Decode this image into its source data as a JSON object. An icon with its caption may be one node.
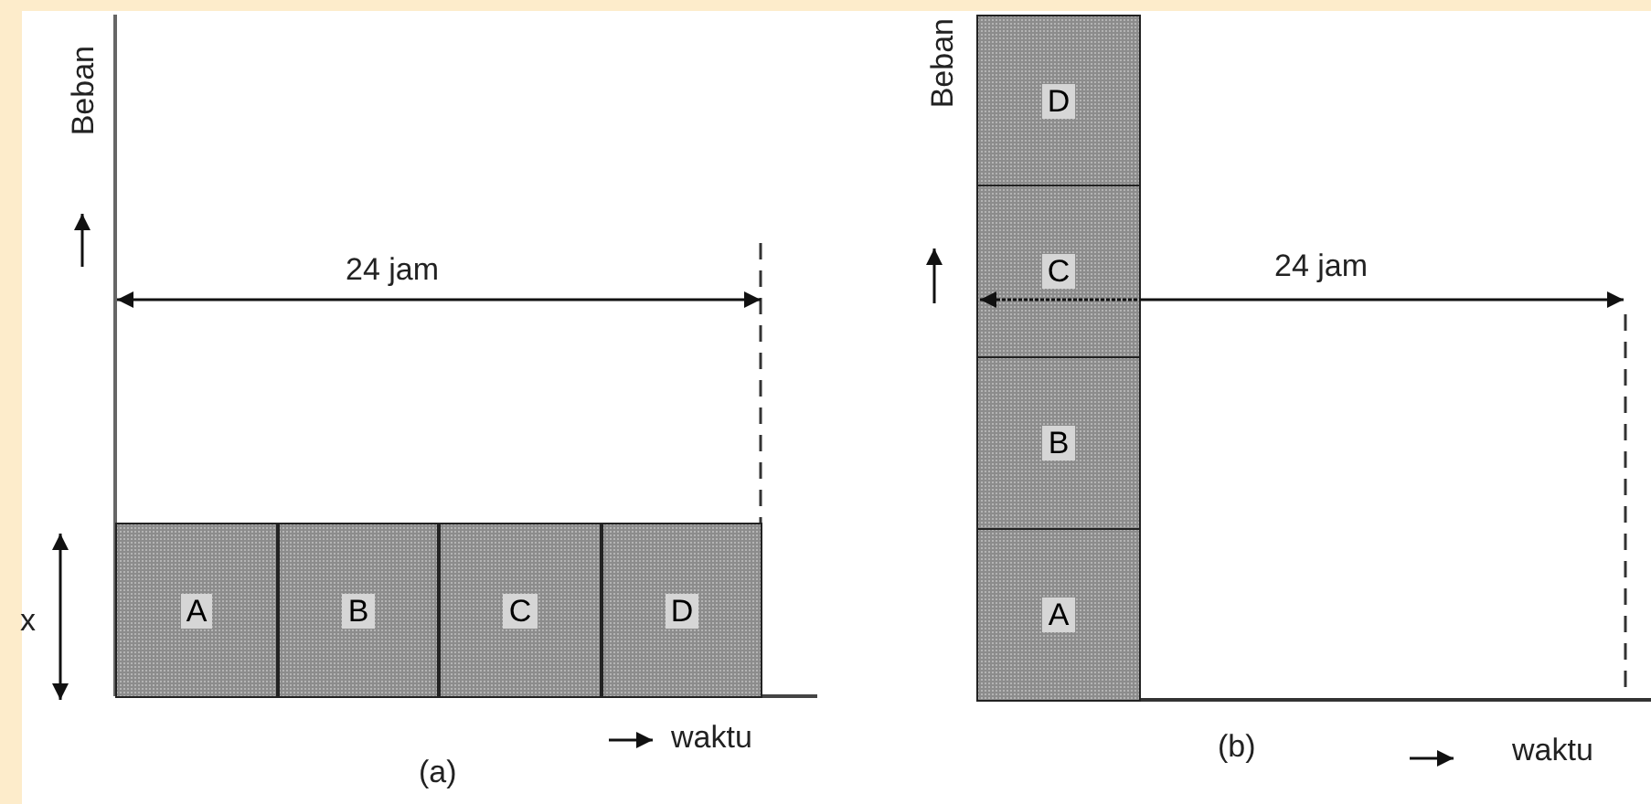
{
  "diagram": {
    "nodes": [
      {
        "text": [
          "A"
        ]
      },
      {
        "text": [
          "B"
        ]
      },
      {
        "text": [
          "C"
        ]
      },
      {
        "text": [
          "D"
        ]
      },
      {
        "text": [
          "D"
        ]
      },
      {
        "text": [
          "C"
        ]
      },
      {
        "text": [
          "B"
        ]
      },
      {
        "text": [
          "A"
        ]
      }
    ],
    "labels": [
      "Beban",
      "24 jam",
      "x",
      "waktu",
      "(a)",
      "Beban",
      "24 jam",
      "(b)",
      "waktu"
    ]
  }
}
